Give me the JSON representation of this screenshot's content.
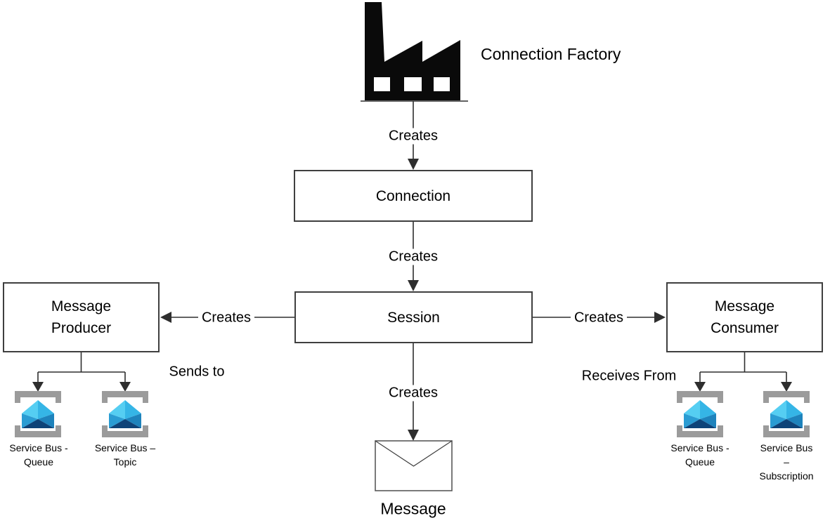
{
  "nodes": {
    "connection_factory": {
      "label": "Connection Factory"
    },
    "connection": {
      "label": "Connection"
    },
    "session": {
      "label": "Session"
    },
    "message_producer": {
      "label": "Message\nProducer"
    },
    "message_consumer": {
      "label": "Message\nConsumer"
    },
    "message": {
      "label": "Message"
    }
  },
  "edges": {
    "factory_to_connection": {
      "label": "Creates"
    },
    "connection_to_session": {
      "label": "Creates"
    },
    "session_to_producer": {
      "label": "Creates"
    },
    "session_to_consumer": {
      "label": "Creates"
    },
    "session_to_message": {
      "label": "Creates"
    }
  },
  "annotations": {
    "sends_to": "Sends to",
    "receives_from": "Receives From"
  },
  "service_bus_icons": {
    "producer_queue": {
      "label": "Service Bus -\nQueue"
    },
    "producer_topic": {
      "label": "Service Bus –\nTopic"
    },
    "consumer_queue": {
      "label": "Service Bus -\nQueue"
    },
    "consumer_subscription": {
      "label": "Service Bus –\nSubscription"
    }
  },
  "colors": {
    "ink": "#000000",
    "line": "#2e2e2e",
    "box_border": "#3f3f3f",
    "box_fill": "#ffffff",
    "factory_black": "#0a0a0a",
    "bracket_gray": "#9b9b9b",
    "sb_top_left": "#55cef2",
    "sb_top_right": "#35b5e6",
    "sb_fold_left": "#2a9cd3",
    "sb_fold_right": "#1e83bc",
    "sb_bottom": "#0e4378",
    "envelope_border": "#595959"
  }
}
